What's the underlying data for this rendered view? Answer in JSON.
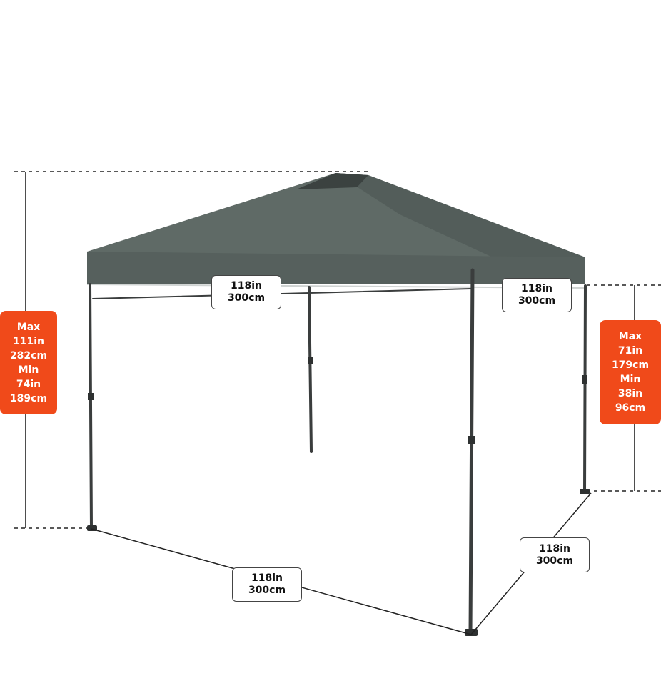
{
  "colors": {
    "canopy": "#5e6864",
    "canopy_shadow": "#4c5552",
    "frame": "#3a3d3d",
    "badge": "#f04a1a",
    "dash": "#222222"
  },
  "dimensions": {
    "front_top": {
      "in": "118in",
      "cm": "300cm"
    },
    "side_top": {
      "in": "118in",
      "cm": "300cm"
    },
    "front_bottom": {
      "in": "118in",
      "cm": "300cm"
    },
    "side_bottom": {
      "in": "118in",
      "cm": "300cm"
    }
  },
  "overall_height": {
    "max_label": "Max",
    "max_in": "111in",
    "max_cm": "282cm",
    "min_label": "Min",
    "min_in": "74in",
    "min_cm": "189cm"
  },
  "side_height": {
    "max_label": "Max",
    "max_in": "71in",
    "max_cm": "179cm",
    "min_label": "Min",
    "min_in": "38in",
    "min_cm": "96cm"
  }
}
